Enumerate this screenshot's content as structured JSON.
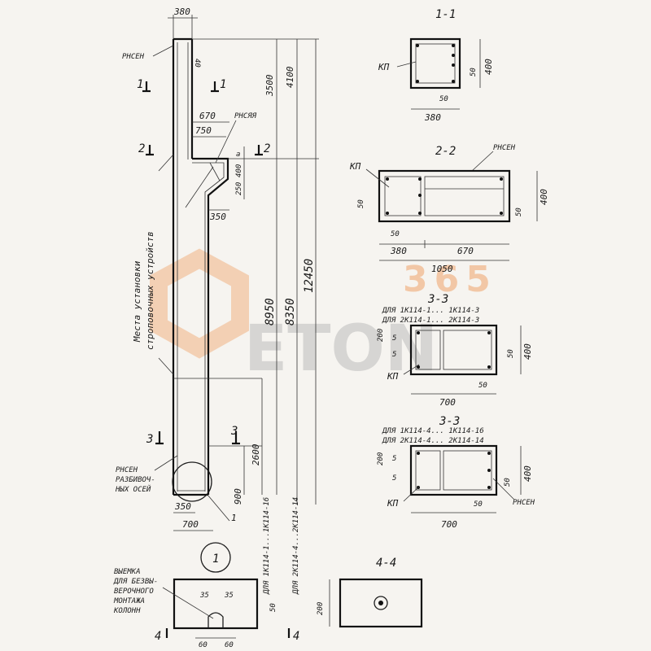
{
  "main_view": {
    "top_width": "380",
    "dim_40": "40",
    "dim_3500": "3500",
    "dim_4100": "4100",
    "dim_670": "670",
    "dim_750": "750",
    "dim_a": "a",
    "dim_400": "400",
    "dim_250": "250",
    "dim_350": "350",
    "dim_8950": "8950",
    "dim_8350": "8350",
    "dim_12450": "12450",
    "dim_2600": "2600",
    "dim_900": "900",
    "dim_350b": "350",
    "dim_700": "700",
    "label_rnsen_top": "РНСЕН",
    "label_rnsen_mid": "РНСЯЯ",
    "label_rnsen_bottom": "РНСЕН",
    "label_axes_1": "РАЗБИВОЧ-",
    "label_axes_2": "НЫХ ОСЕЙ",
    "vertical_note_1": "Места установки",
    "vertical_note_2": "строповочных устройств",
    "side_note_1": "ДЛЯ 1К114-1...1К114-16",
    "side_note_2": "ДЛЯ 2К114-4...2К114-14",
    "callout_1": "1",
    "section_mark_1": "1",
    "section_mark_2": "2",
    "section_mark_3": "3"
  },
  "section_1_1": {
    "title": "1-1",
    "kp": "КП",
    "d400": "400",
    "d50a": "50",
    "d50b": "50",
    "d380": "380"
  },
  "section_2_2": {
    "title": "2-2",
    "rnsen": "РНСЕН",
    "kp": "КП",
    "d400": "400",
    "d50a": "50",
    "d50b": "50",
    "d50c": "50",
    "d380": "380",
    "d670": "670",
    "d1050": "1050"
  },
  "section_3_3a": {
    "title": "3-3",
    "note_1": "ДЛЯ 1К114-1...   1К114-3",
    "note_2": "ДЛЯ 2К114-1...   2К114-3",
    "kp": "КП",
    "d200": "200",
    "d5a": "5",
    "d5b": "5",
    "d50a": "50",
    "d50b": "50",
    "d400": "400",
    "d700": "700"
  },
  "section_3_3b": {
    "title": "3-3",
    "note_1": "ДЛЯ 1К114-4...   1К114-16",
    "note_2": "ДЛЯ 2К114-4...   2К114-14",
    "kp": "КП",
    "rnsen": "РНСЕН",
    "d200": "200",
    "d5a": "5",
    "d5b": "5",
    "d50a": "50",
    "d50b": "50",
    "d400": "400",
    "d700": "700"
  },
  "detail_1": {
    "callout": "1",
    "title_1": "ВЫЕМКА",
    "title_2": "ДЛЯ БЕЗВЫ-",
    "title_3": "ВЕРОЧНОГО",
    "title_4": "МОНТАЖА",
    "title_5": "КОЛОНН",
    "d35a": "35",
    "d35b": "35",
    "d60a": "60",
    "d60b": "60",
    "d50": "50",
    "marker_4a": "4",
    "marker_4b": "4"
  },
  "section_4_4": {
    "title": "4-4",
    "d200": "200"
  },
  "watermark": {
    "brand": "ETON",
    "number": "365"
  }
}
